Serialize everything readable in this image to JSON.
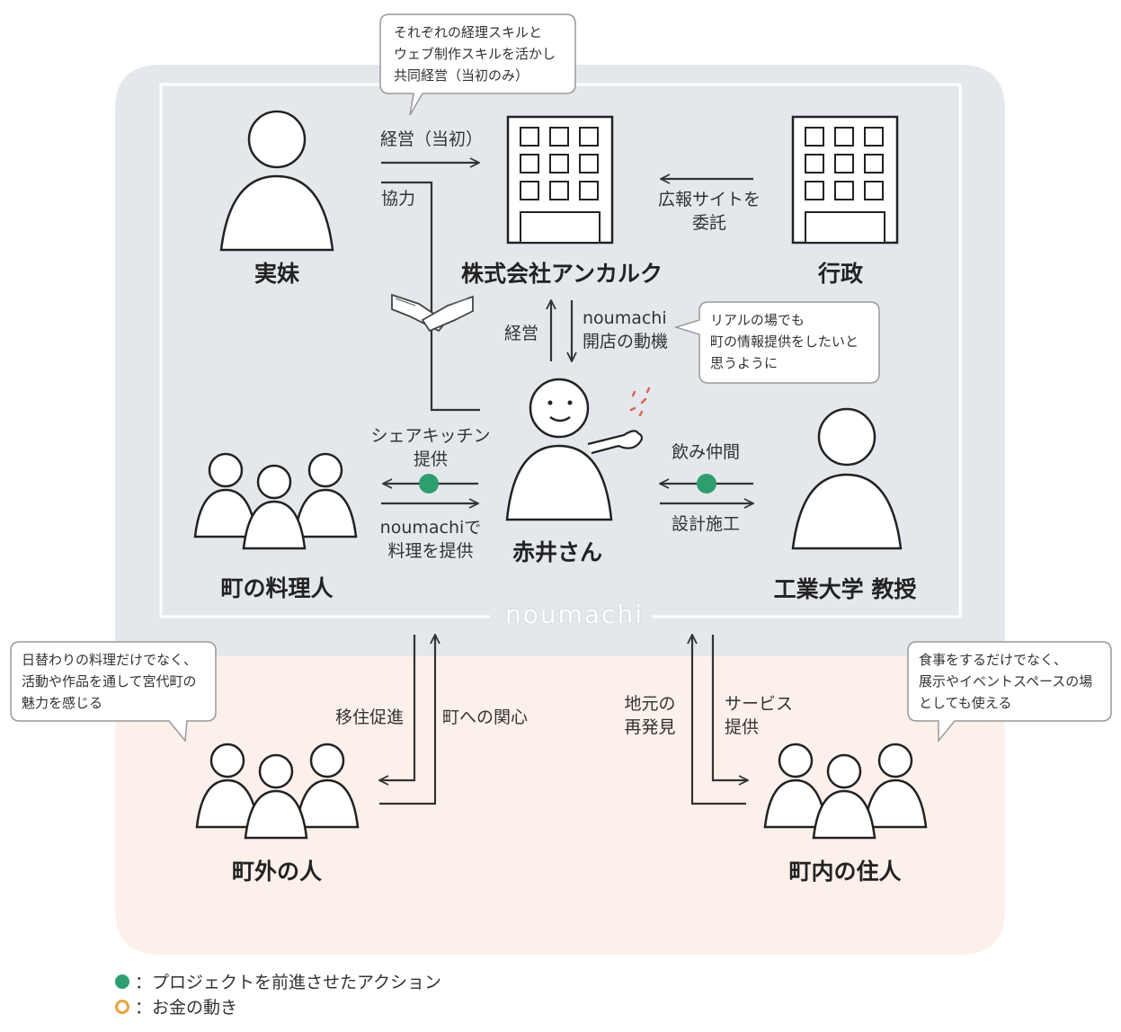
{
  "bubbles": {
    "top": "それぞれの経理スキルと\nウェブ制作スキルを活かし\n共同経営（当初のみ）",
    "right": "リアルの場でも\n町の情報提供をしたいと\n思うように",
    "left": "日替わりの料理だけでなく、\n活動や作品を通して宮代町の\n魅力を感じる",
    "bottom_right": "食事をするだけでなく、\n展示やイベントスペースの場\nとしても使える"
  },
  "actors": {
    "sister": "実妹",
    "company": "株式会社アンカルク",
    "government": "行政",
    "cooks": "町の料理人",
    "akai": "赤井さん",
    "professor": "工業大学 教授",
    "outsiders": "町外の人",
    "residents": "町内の住人"
  },
  "edges": {
    "management_initial": "経営（当初）",
    "cooperation": "協力",
    "pr_site": "広報サイトを\n委託",
    "management": "経営",
    "opening_motive": "noumachi\n開店の動機",
    "share_kitchen": "シェアキッチン\n提供",
    "cooking": "noumachiで\n料理を提供",
    "drinking_buddy": "飲み仲間",
    "design_build": "設計施工",
    "migration": "移住促進",
    "interest": "町への関心",
    "rediscovery": "地元の\n再発見",
    "service": "サービス\n提供"
  },
  "place_name": "noumachi",
  "legend": {
    "action": "：プロジェクトを前進させたアクション",
    "money": "：お金の動き"
  },
  "colors": {
    "inner_zone": "#e4e8ec",
    "outer_zone": "#fcf0ea",
    "action_green": "#2e9e6e",
    "money_orange": "#e8a33c",
    "line": "#333333"
  }
}
